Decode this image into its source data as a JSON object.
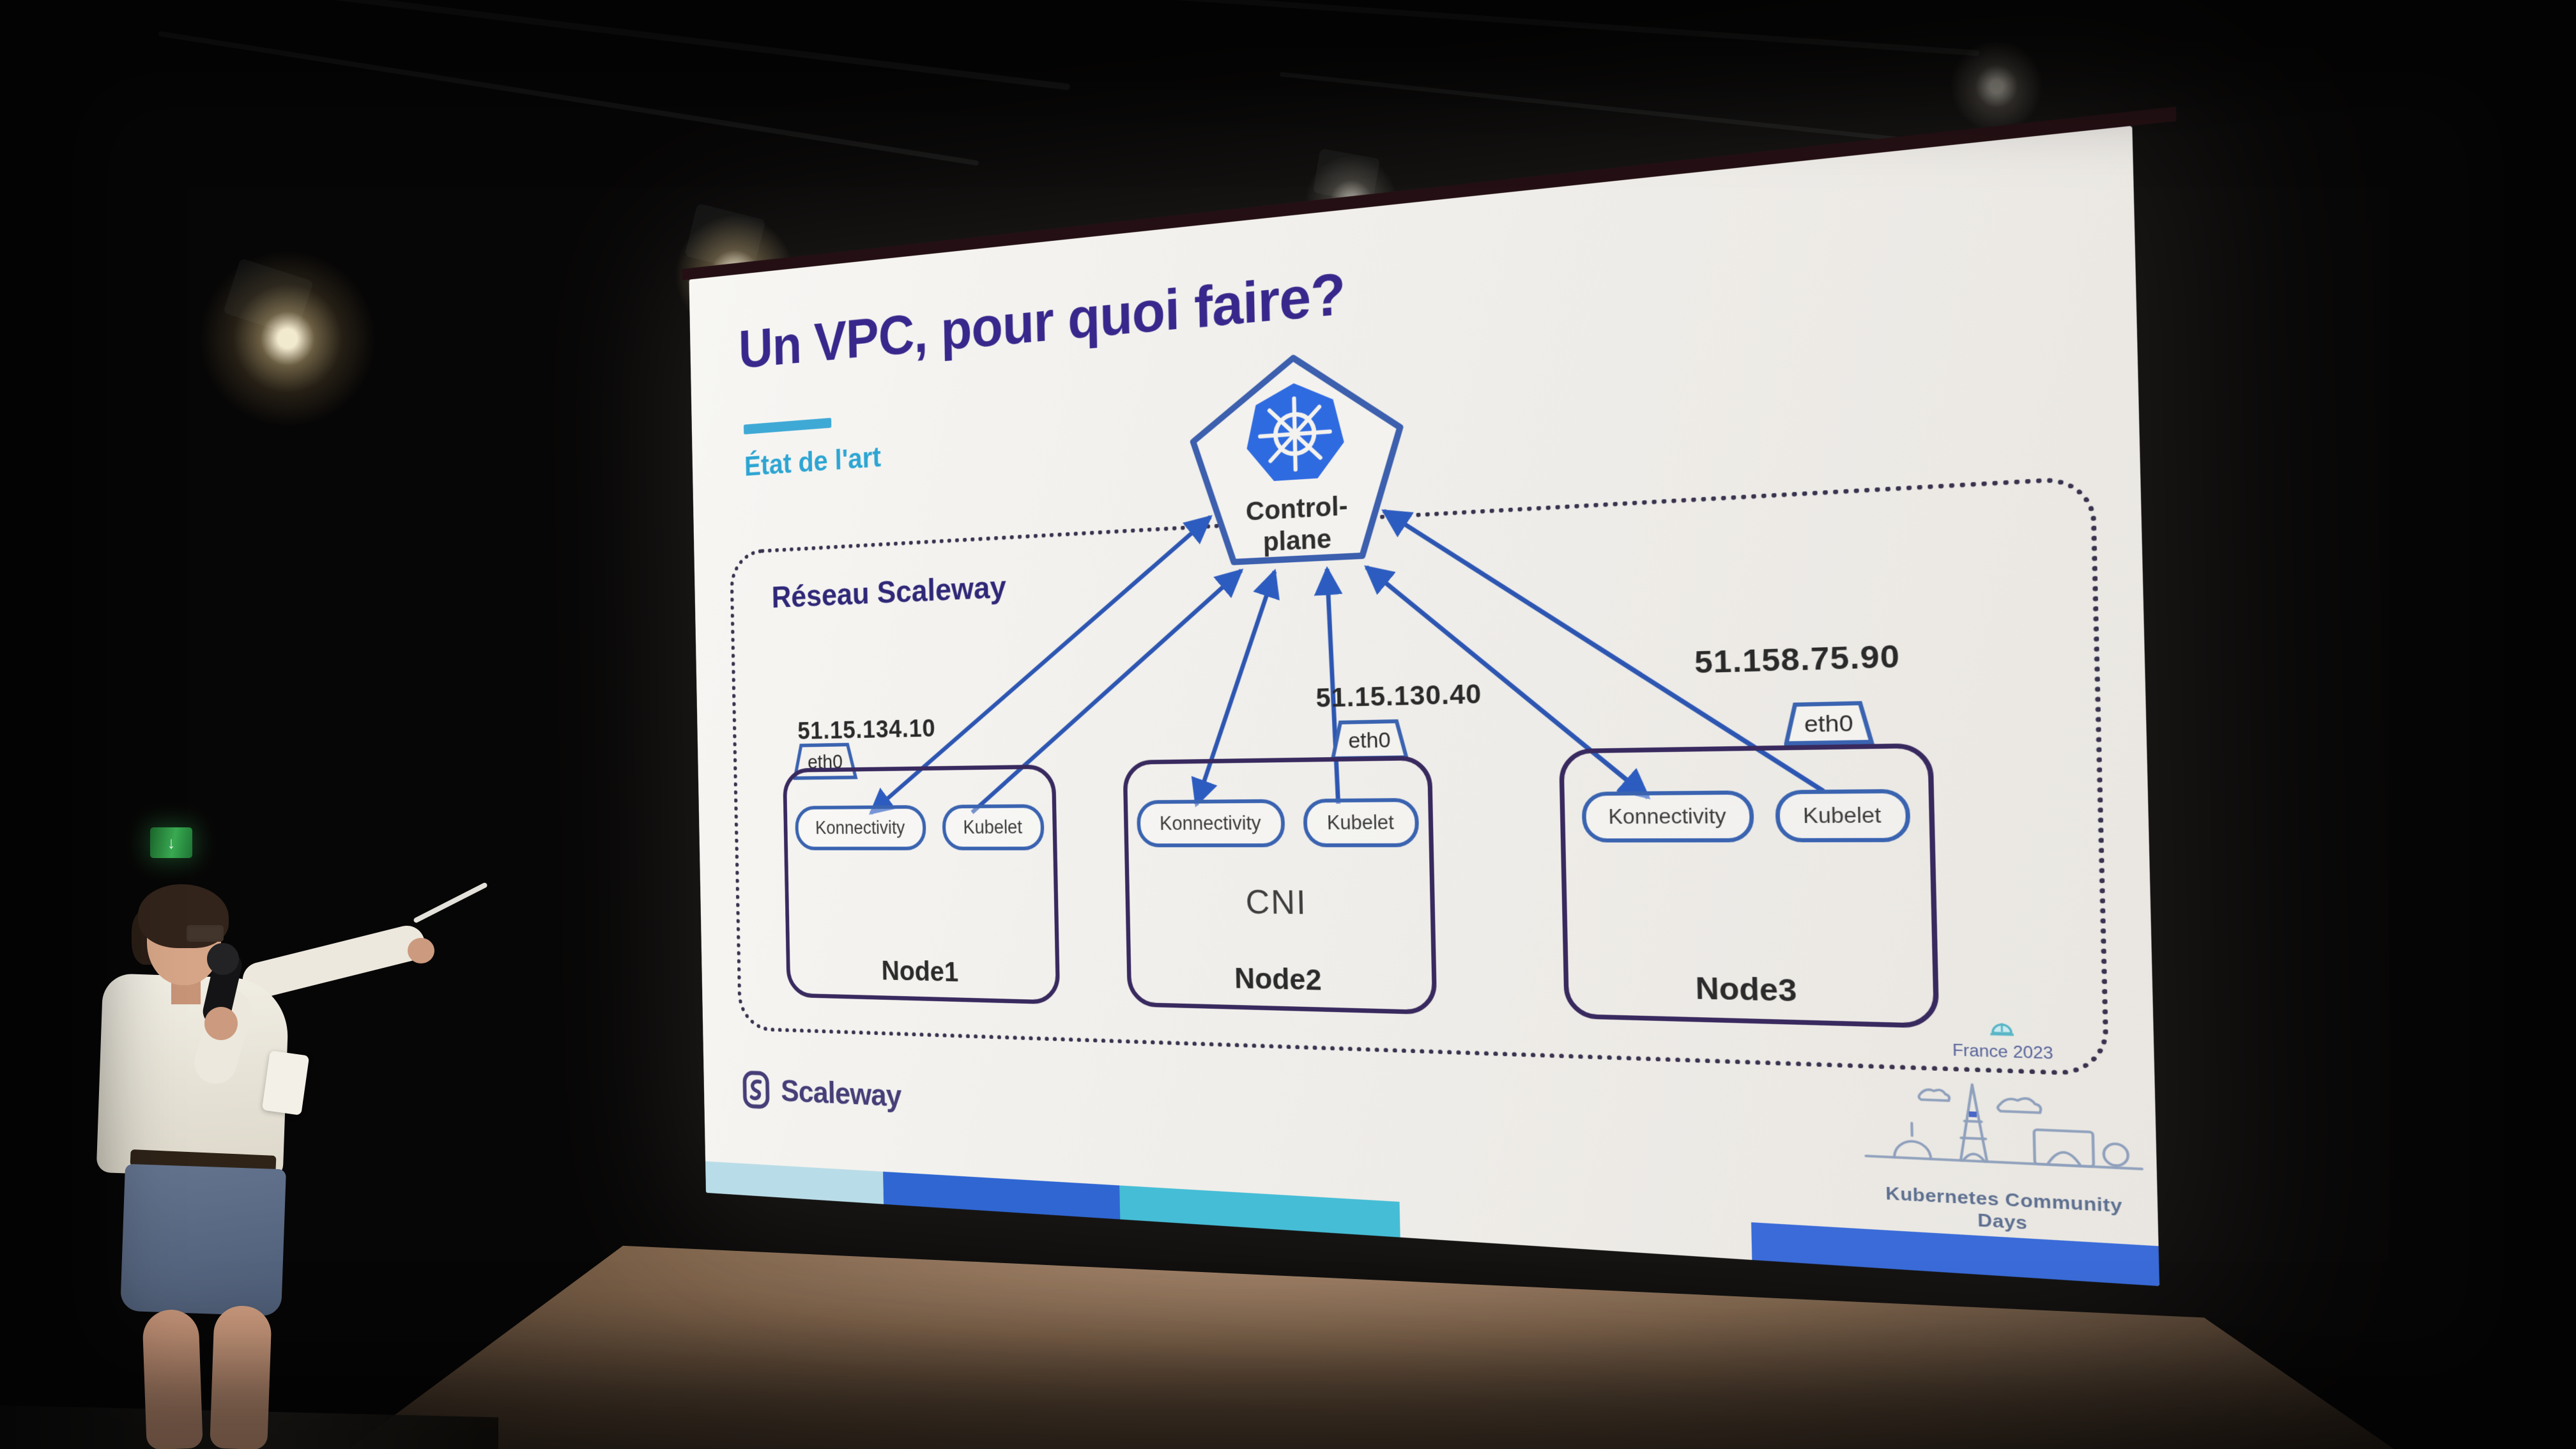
{
  "scene": {
    "exit_sign_glyph": "↓",
    "colors": {
      "background": "#070606",
      "spotlight_warm": "#ffe9b8",
      "floor_brown": "#7c6149"
    }
  },
  "slide": {
    "title": "Un VPC, pour quoi faire?",
    "subtitle": "État de l'art",
    "network_label": "Réseau Scaleway",
    "control_plane": {
      "line1": "Control-",
      "line2": "plane"
    },
    "nodes": [
      {
        "name": "Node1",
        "ip": "51.15.134.10",
        "interface": "eth0",
        "services": [
          "Konnectivity",
          "Kubelet"
        ]
      },
      {
        "name": "Node2",
        "ip": "51.15.130.40",
        "interface": "eth0",
        "services": [
          "Konnectivity",
          "Kubelet"
        ],
        "overlay_label": "CNI"
      },
      {
        "name": "Node3",
        "ip": "51.158.75.90",
        "interface": "eth0",
        "services": [
          "Konnectivity",
          "Kubelet"
        ]
      }
    ],
    "footer": {
      "brand": "Scaleway",
      "event_badge": "France 2023",
      "event_name": "Kubernetes Community Days"
    },
    "colors": {
      "title_purple": "#38288c",
      "accent_teal": "#3fa9d6",
      "network_border": "#39334f",
      "node_border": "#38295e",
      "pill_border": "#3a63b0",
      "arrow_blue": "#2d5cc0",
      "kubernetes_blue": "#2f6be0",
      "scaleway_purple": "#453e77",
      "bar_segments": [
        "#b9dde8",
        "#2f66d2",
        "#46bdd6",
        "#3a6bd8"
      ]
    }
  }
}
